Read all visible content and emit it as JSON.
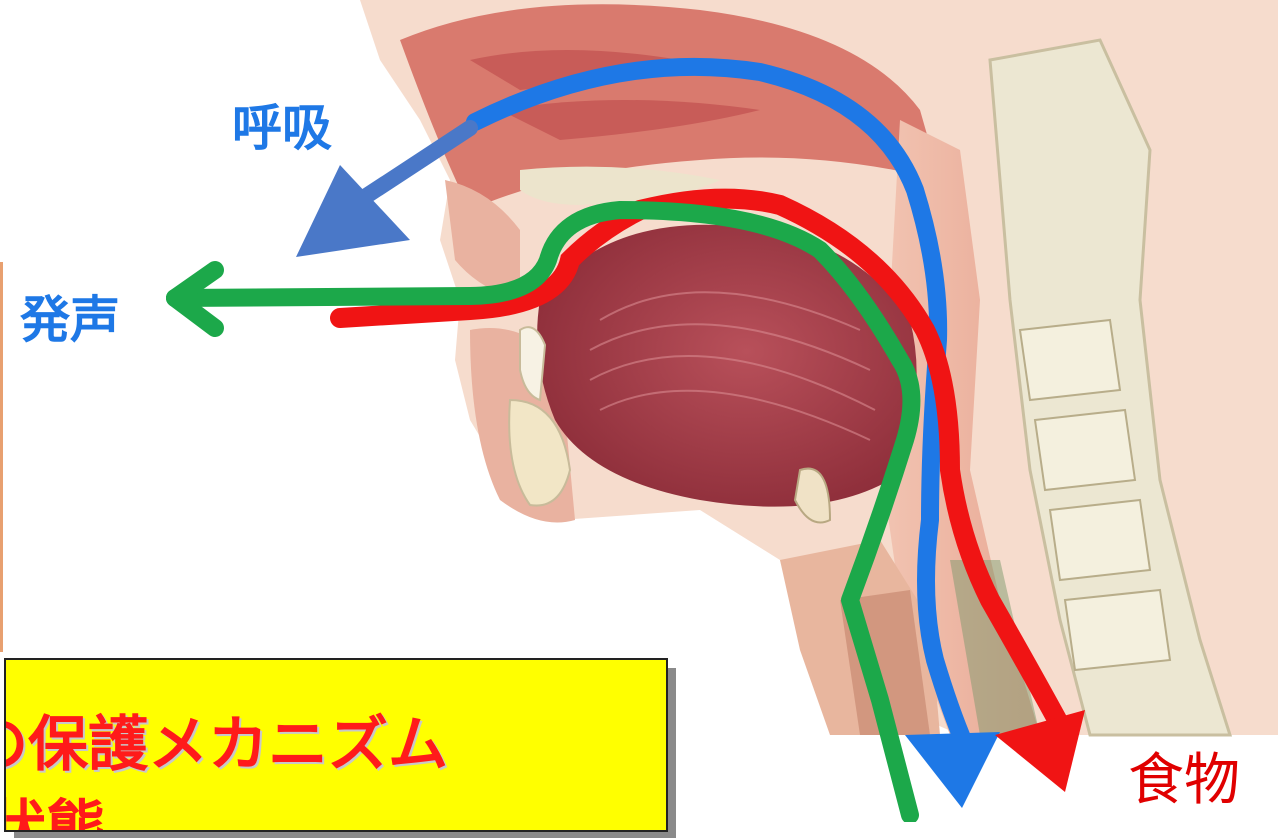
{
  "labels": {
    "breathing": "呼吸",
    "voice": "発声",
    "food": "食物"
  },
  "callout": {
    "line1": "の保護メカニズム",
    "line2": "状態"
  },
  "colors": {
    "breathing": "#1e78e6",
    "breathing_arrow": "#4a78c8",
    "voice": "#1ca84a",
    "food": "#f01414",
    "voice_label": "#1e78e6",
    "food_label": "#e00000",
    "callout_bg": "#ffff00",
    "callout_text": "#ff1a1a",
    "side_border": "#e8a070"
  },
  "icons": {
    "head_cross_section": "sagittal-head-anatomy-illustration"
  }
}
